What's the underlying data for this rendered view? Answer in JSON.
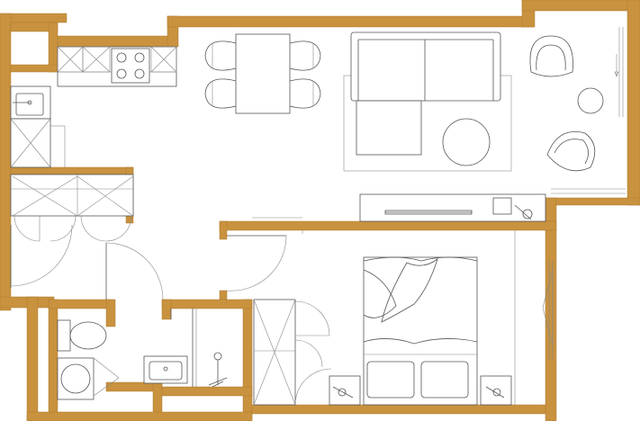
{
  "plan": {
    "wall_color": "#c8923f",
    "line_color": "#555555",
    "background": "#ffffff",
    "rooms": [
      "kitchen",
      "dining-area",
      "living-room",
      "balcony",
      "entry-hall",
      "closet",
      "bathroom",
      "shower-room",
      "bedroom"
    ],
    "fixtures": [
      "kitchen-cabinets",
      "stove",
      "kitchen-sink",
      "dining-table",
      "dining-chairs",
      "sofa",
      "rug",
      "coffee-table",
      "armchairs",
      "side-table",
      "tv-console",
      "television",
      "wardrobes",
      "toilet",
      "washing-machine",
      "bath-sink",
      "shower",
      "double-bed",
      "nightstands",
      "lamps"
    ],
    "icons": [
      "door-swing-icon",
      "window-icon",
      "lamp-icon",
      "plant-icon"
    ]
  }
}
